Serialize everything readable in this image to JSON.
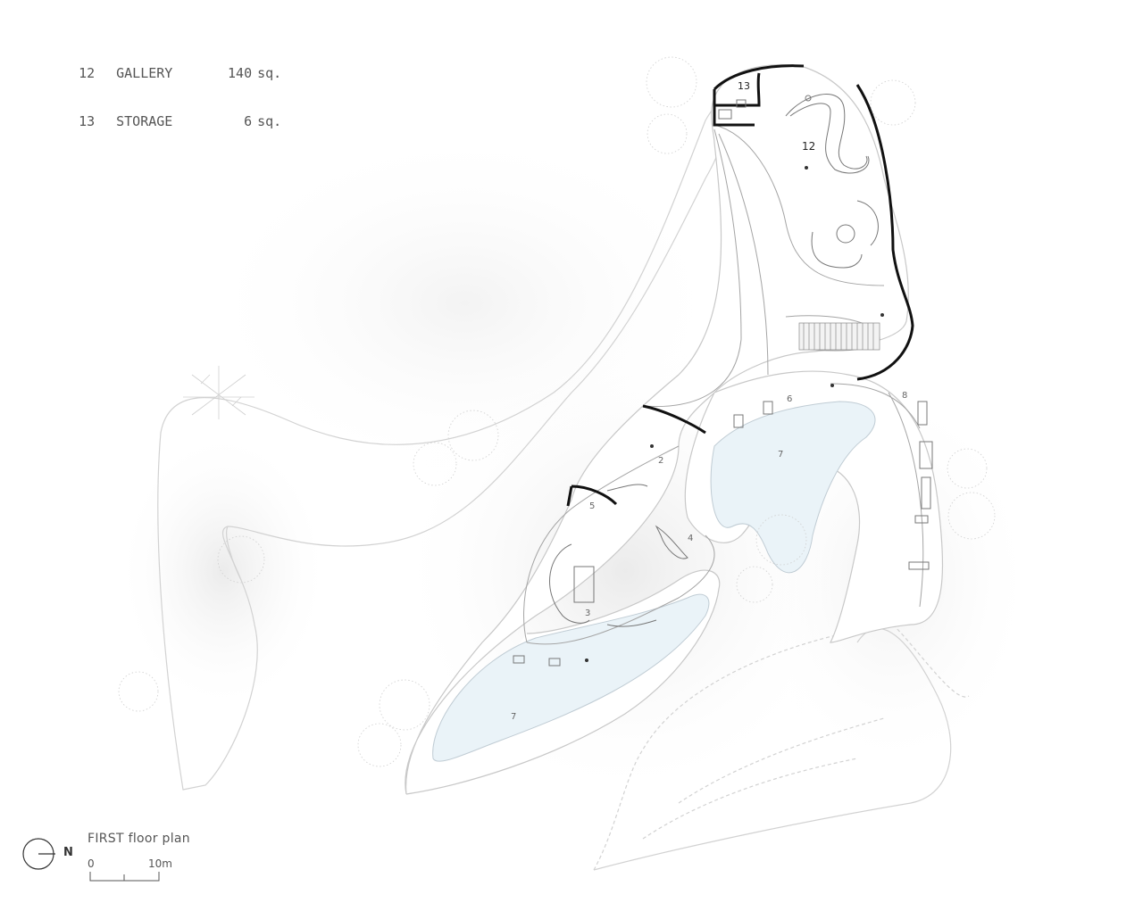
{
  "legend": [
    {
      "number": "12",
      "name": "GALLERY",
      "area": "140",
      "unit": "sq."
    },
    {
      "number": "13",
      "name": "STORAGE",
      "area": "6",
      "unit": "sq."
    }
  ],
  "plan_title": "FIRST floor plan",
  "north_label": "N",
  "scale_bar": {
    "start": "0",
    "end": "10m"
  },
  "room_labels": {
    "r12": "12",
    "r13": "13",
    "r2": "2",
    "r3": "3",
    "r4": "4",
    "r5": "5",
    "r6": "6",
    "r7a": "7",
    "r7b": "7",
    "r8": "8"
  },
  "colors": {
    "pool": "#eaf3f8",
    "outline": "#cfcfcf",
    "wall": "#111111",
    "text": "#555555"
  },
  "icons": [
    "tree-icon",
    "north-arrow-icon",
    "level-marker-icon",
    "furniture-icon",
    "stair-icon"
  ]
}
